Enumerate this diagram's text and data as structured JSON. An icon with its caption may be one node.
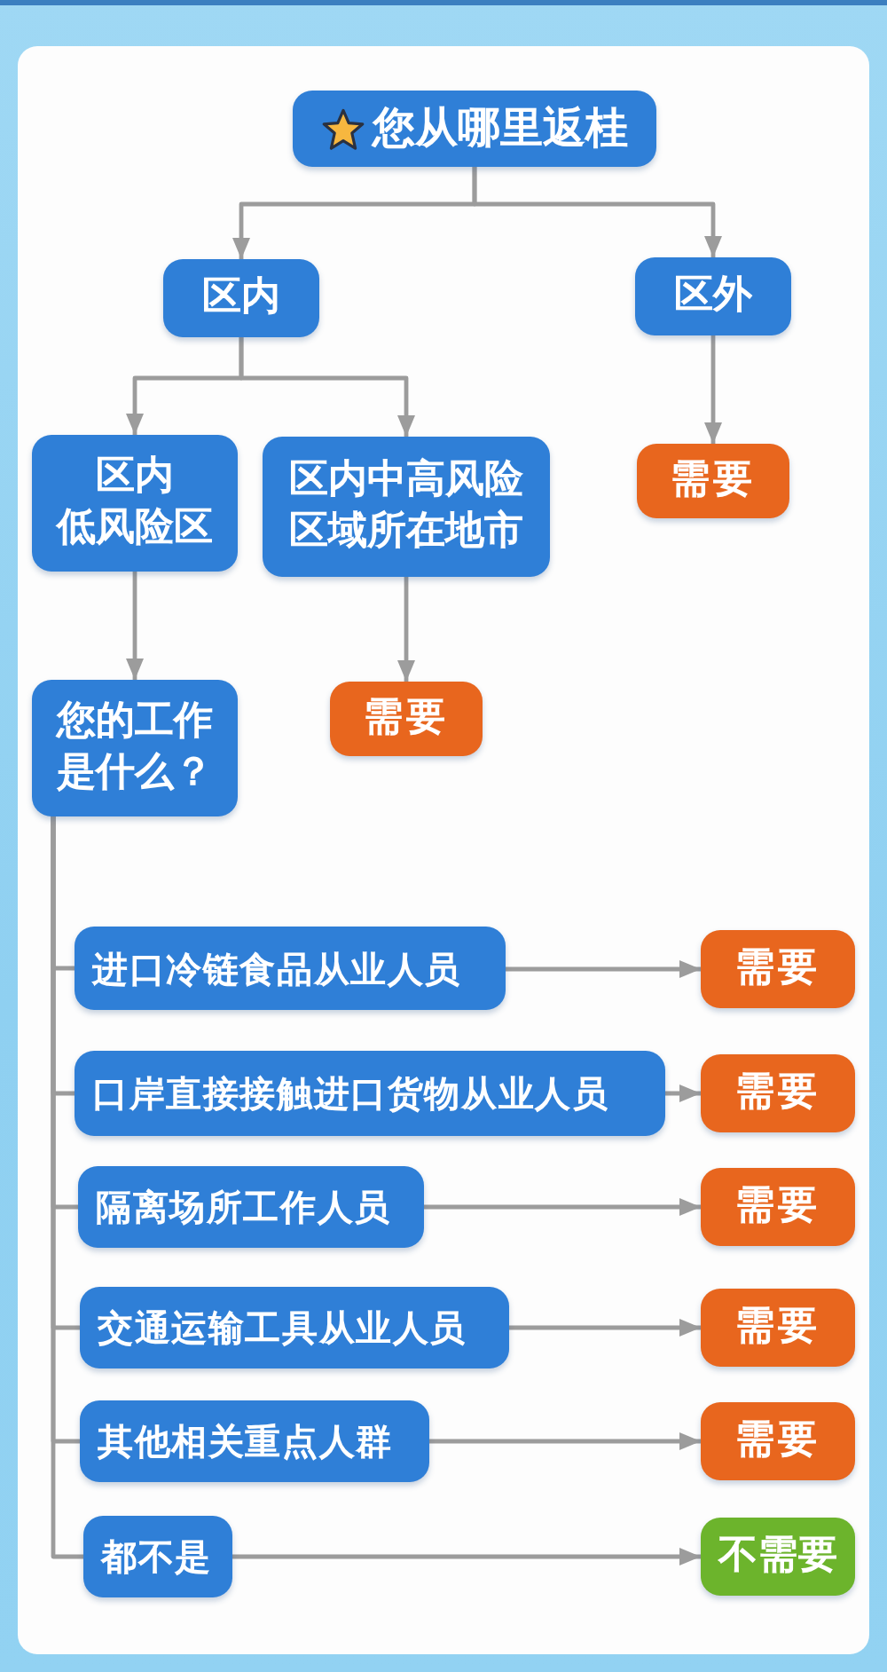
{
  "diagram": {
    "nodes": [
      {
        "text": [
          "您从哪里返桂"
        ]
      },
      {
        "text": [
          "区内"
        ]
      },
      {
        "text": [
          "区外"
        ]
      },
      {
        "text": [
          "区内低风险区"
        ]
      },
      {
        "text": [
          "区内中高风险区域所在地市"
        ]
      },
      {
        "text": [
          "需要"
        ]
      },
      {
        "text": [
          "您的工作是什么？"
        ]
      },
      {
        "text": [
          "需要"
        ]
      },
      {
        "text": [
          "进口冷链食品从业人员"
        ]
      },
      {
        "text": [
          "需要"
        ]
      },
      {
        "text": [
          "口岸直接接触进口货物从业人员"
        ]
      },
      {
        "text": [
          "需要"
        ]
      },
      {
        "text": [
          "隔离场所工作人员"
        ]
      },
      {
        "text": [
          "需要"
        ]
      },
      {
        "text": [
          "交通运输工具从业人员"
        ]
      },
      {
        "text": [
          "需要"
        ]
      },
      {
        "text": [
          "其他相关重点人群"
        ]
      },
      {
        "text": [
          "需要"
        ]
      },
      {
        "text": [
          "都不是"
        ]
      },
      {
        "text": [
          "不需要"
        ]
      }
    ],
    "edges": [
      {
        "from": 0,
        "to": 1,
        "arrow": "to"
      },
      {
        "from": 0,
        "to": 2,
        "arrow": "to"
      },
      {
        "from": 1,
        "to": 3,
        "arrow": "to"
      },
      {
        "from": 1,
        "to": 4,
        "arrow": "to"
      },
      {
        "from": 2,
        "to": 5,
        "arrow": "to"
      },
      {
        "from": 3,
        "to": 6,
        "arrow": "to"
      },
      {
        "from": 4,
        "to": 7,
        "arrow": "to"
      },
      {
        "from": 6,
        "to": 8,
        "arrow": "none"
      },
      {
        "from": 8,
        "to": 9,
        "arrow": "to"
      },
      {
        "from": 6,
        "to": 10,
        "arrow": "none"
      },
      {
        "from": 10,
        "to": 11,
        "arrow": "to"
      },
      {
        "from": 6,
        "to": 12,
        "arrow": "none"
      },
      {
        "from": 12,
        "to": 13,
        "arrow": "to"
      },
      {
        "from": 6,
        "to": 14,
        "arrow": "none"
      },
      {
        "from": 14,
        "to": 15,
        "arrow": "to"
      },
      {
        "from": 6,
        "to": 16,
        "arrow": "none"
      },
      {
        "from": 16,
        "to": 17,
        "arrow": "to"
      },
      {
        "from": 6,
        "to": 18,
        "arrow": "none"
      },
      {
        "from": 18,
        "to": 19,
        "arrow": "to"
      }
    ]
  }
}
